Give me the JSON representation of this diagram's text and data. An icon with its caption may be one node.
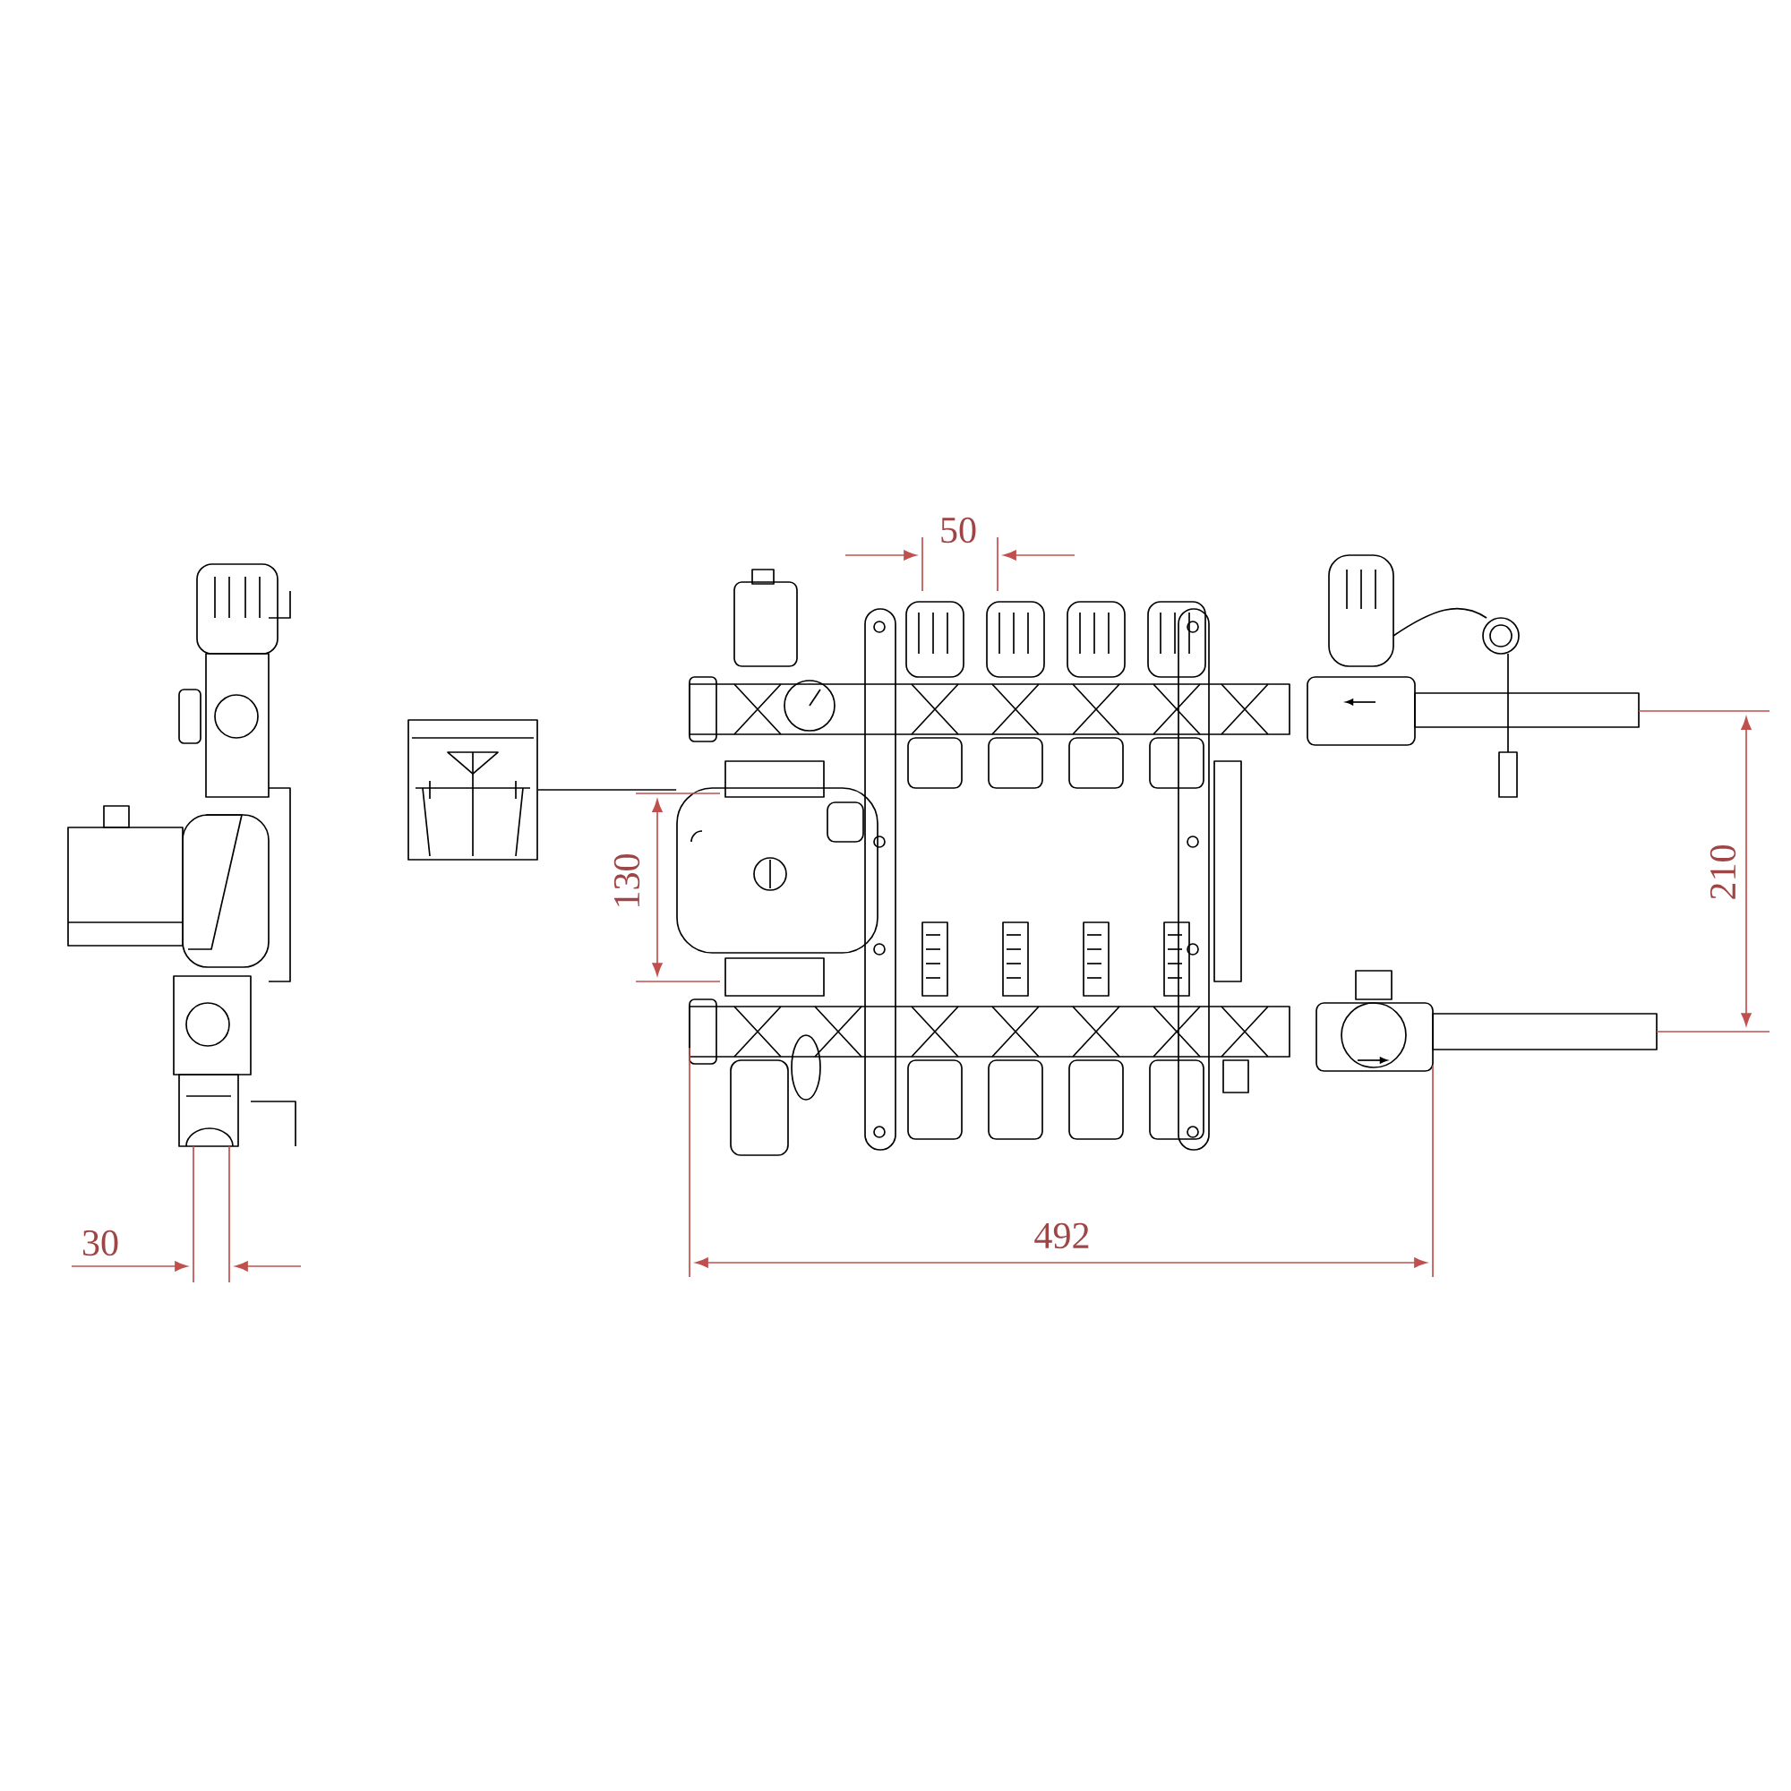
{
  "diagram": {
    "nodes": [
      {
        "text": [],
        "shape": "picture"
      },
      {
        "text": [],
        "shape": "picture"
      }
    ],
    "edges": [
      {
        "from": 0,
        "to": 1,
        "arrow": "none"
      }
    ],
    "labels": [
      "50",
      "210",
      "130",
      "492",
      "30"
    ]
  }
}
